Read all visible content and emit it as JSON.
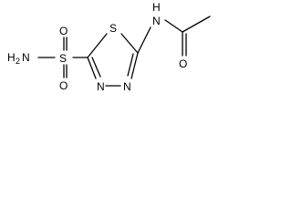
{
  "molecule": {
    "atoms": {
      "sulfonamide_nitrogen": "H",
      "sulfonamide_nitrogen_count": "2",
      "sulfonamide_nitrogen_element": "N",
      "sulfonyl_sulfur": "S",
      "sulfonyl_oxygen_top": "O",
      "sulfonyl_oxygen_bottom": "O",
      "ring_sulfur": "S",
      "ring_nitrogen_left": "N",
      "ring_nitrogen_right": "N",
      "amide_nitrogen": "N",
      "amide_hydrogen": "H",
      "carbonyl_oxygen": "O"
    }
  },
  "colors": {
    "bond": "#000000",
    "background": "#ffffff"
  }
}
